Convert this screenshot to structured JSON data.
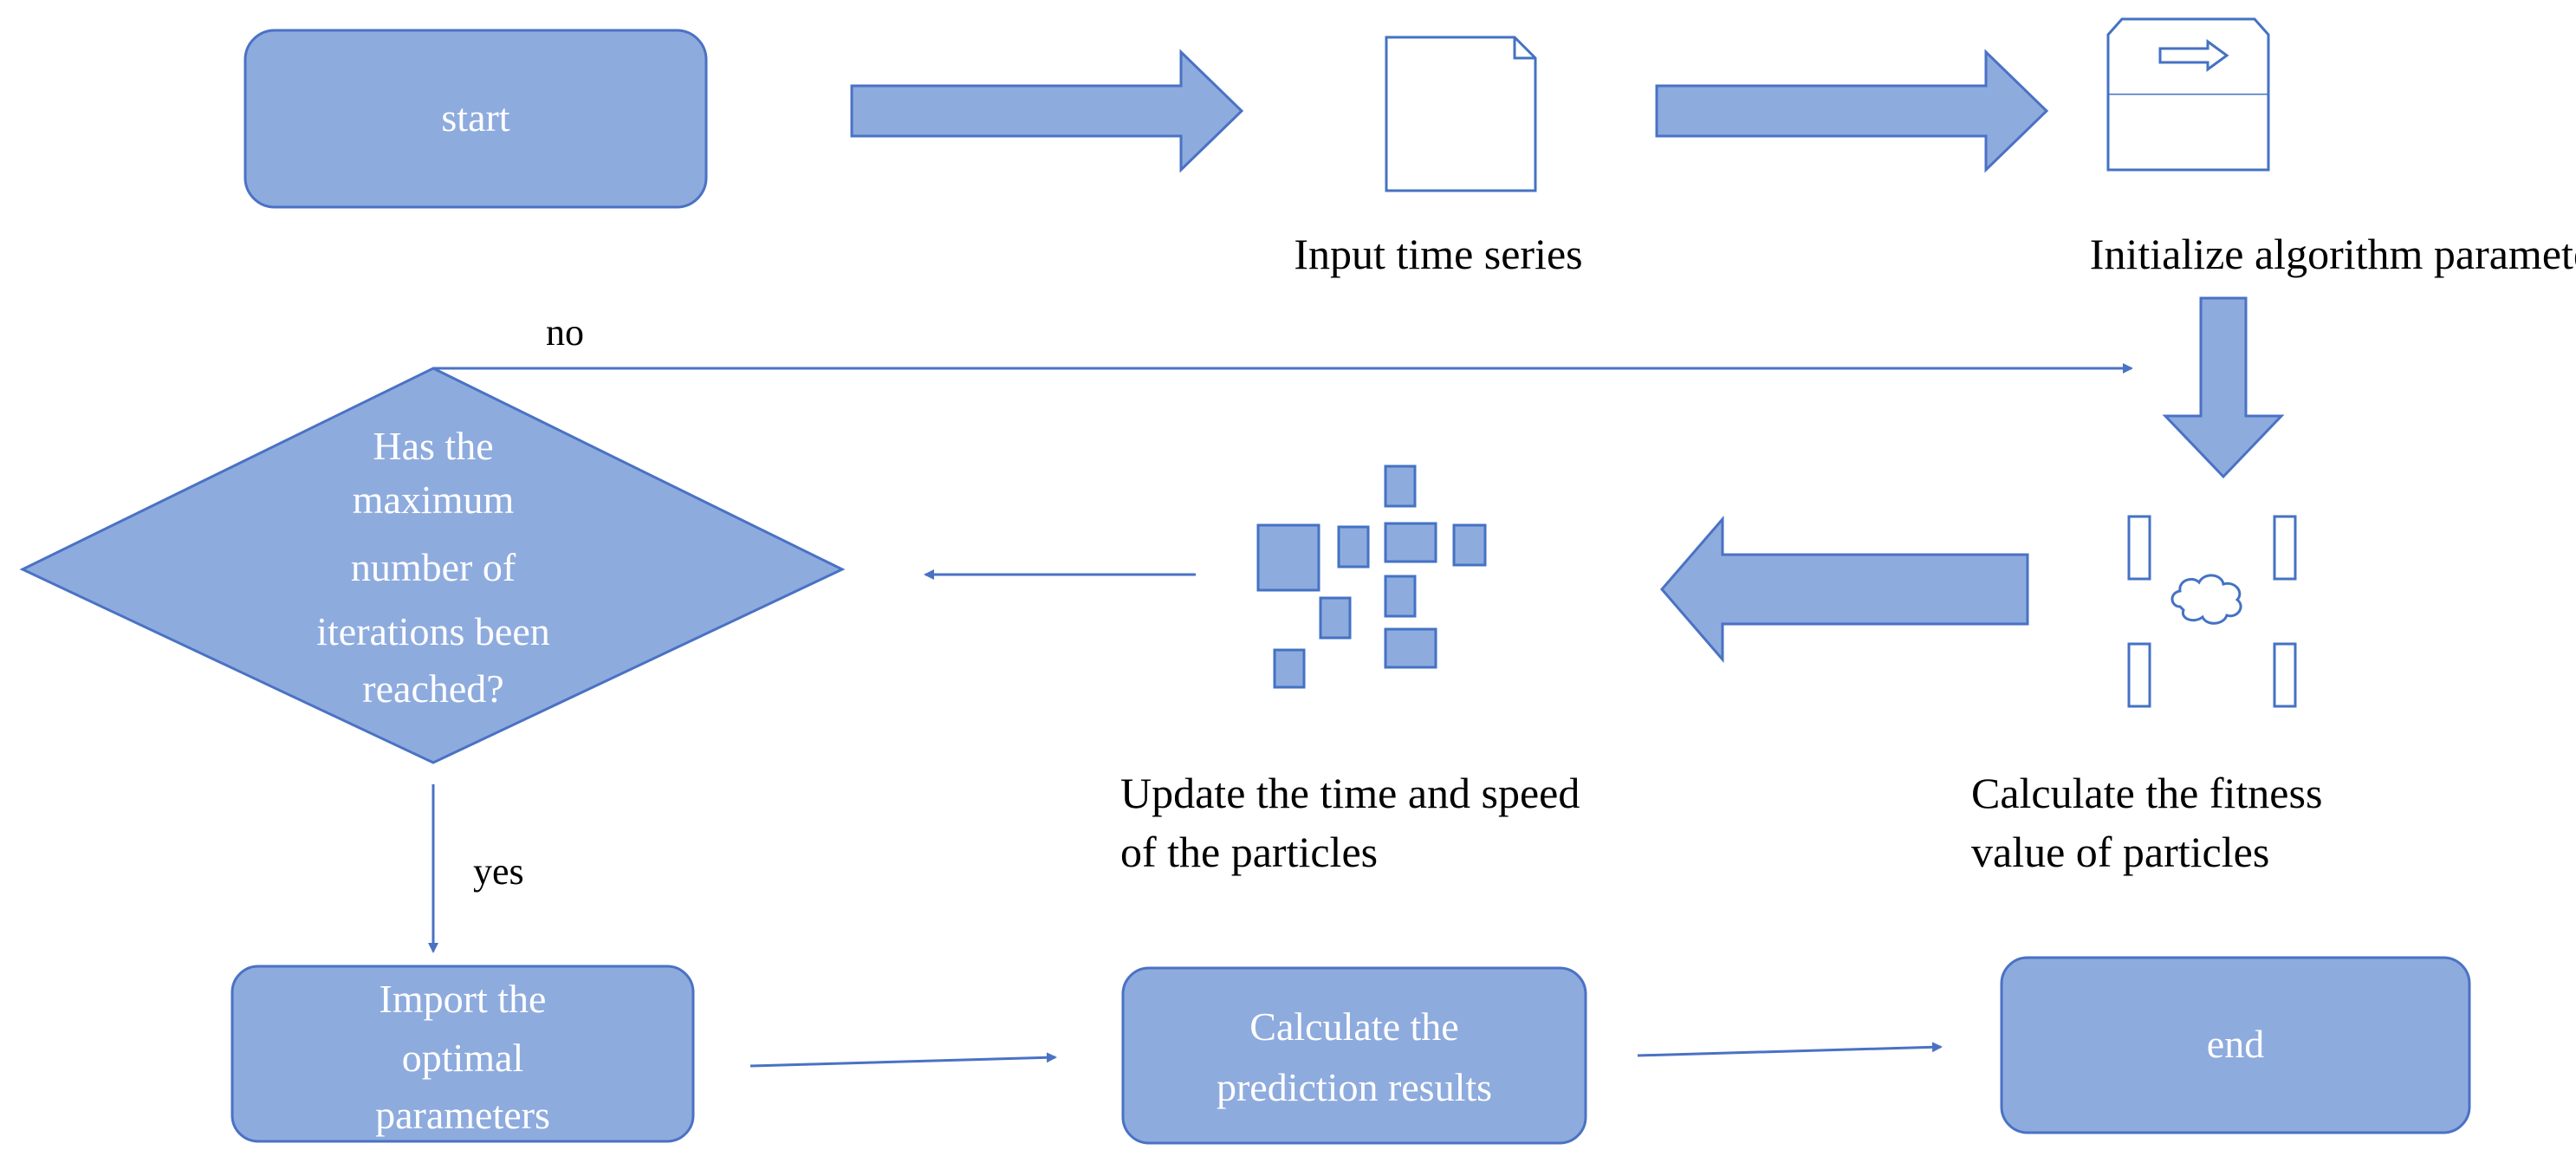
{
  "colors": {
    "fill": "#8eabde",
    "stroke": "#4a72c4",
    "icon_fill": "#8eabde",
    "icon_stroke": "#4472c4",
    "text_on_fill": "#ffffff",
    "text": "#000000"
  },
  "nodes": {
    "start": "start",
    "decision": [
      "Has the",
      "maximum",
      "number of",
      "iterations been",
      "reached?"
    ],
    "import": [
      "Import the",
      "optimal",
      "parameters"
    ],
    "calc_prediction": [
      "Calculate the",
      "prediction results"
    ],
    "end": "end"
  },
  "labels": {
    "input_series": "Input time series",
    "init_params": "Initialize algorithm parameters",
    "update_particles": [
      "Update the time and speed",
      "of the particles"
    ],
    "fitness": [
      "Calculate the fitness",
      "value of particles"
    ]
  },
  "edges": {
    "no": "no",
    "yes": "yes"
  },
  "icons": {
    "input_series": "document-icon",
    "init_params": "box-with-arrow-icon",
    "fitness": "cloud-with-bars-icon",
    "update_particles": "particles-squares-icon"
  }
}
